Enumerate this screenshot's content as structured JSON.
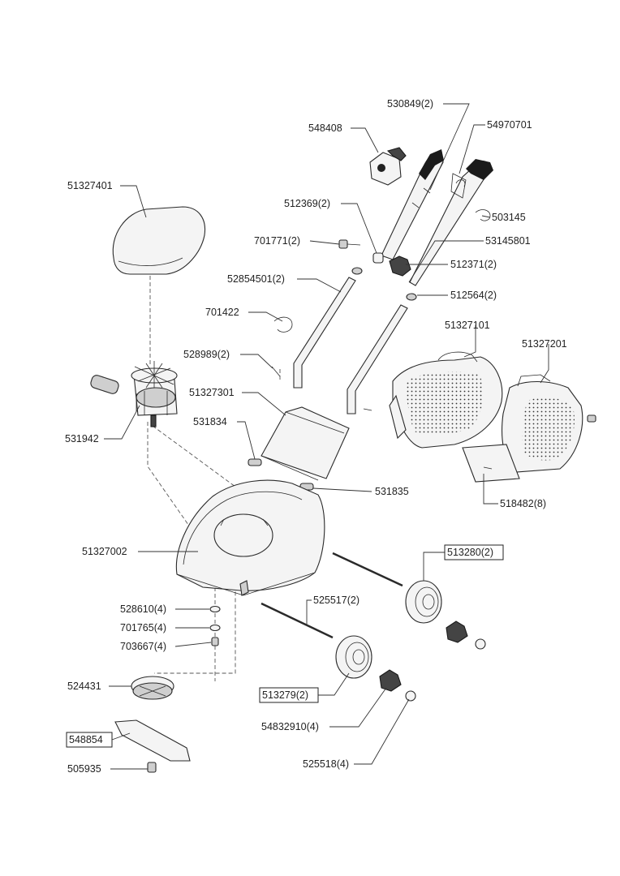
{
  "labels": {
    "p530849": "530849(2)",
    "p548408": "548408",
    "p54970701": "54970701",
    "p51327401": "51327401",
    "p512369": "512369(2)",
    "p503145": "503145",
    "p701771": "701771(2)",
    "p53145801": "53145801",
    "p512371": "512371(2)",
    "p52854501": "52854501(2)",
    "p512564": "512564(2)",
    "p701422": "701422",
    "p51327101": "51327101",
    "p51327201": "51327201",
    "p528989": "528989(2)",
    "p51327301": "51327301",
    "p531942": "531942",
    "p531834": "531834",
    "p531835": "531835",
    "p518482": "518482(8)",
    "p51327002": "51327002",
    "p513280": "513280(2)",
    "p525517": "525517(2)",
    "p528610": "528610(4)",
    "p701765": "701765(4)",
    "p703667": "703667(4)",
    "p524431": "524431",
    "p513279": "513279(2)",
    "p548854": "548854",
    "p54832910": "54832910(4)",
    "p505935": "505935",
    "p525518": "525518(4)"
  }
}
